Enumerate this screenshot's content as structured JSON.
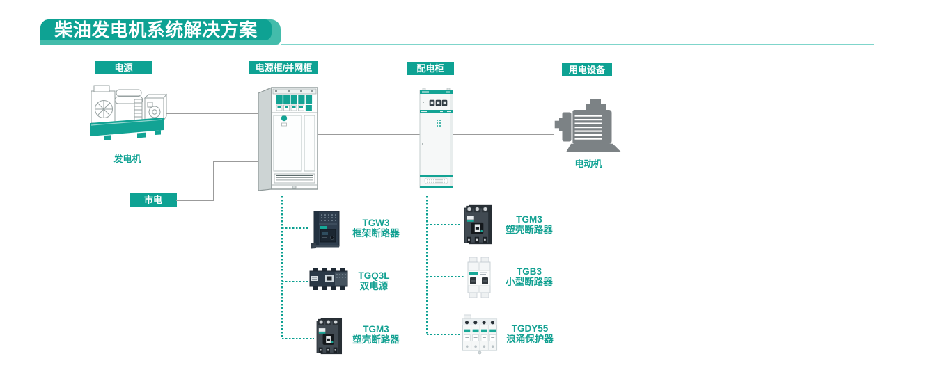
{
  "title": "柴油发电机系统解决方案",
  "colors": {
    "teal": "#0ea293",
    "teal_light": "#43bcab",
    "underline": "#7fd5cb",
    "connector_gray": "#9b9b9b",
    "dashed_teal": "#0ca091",
    "motor_gray": "#7c8285"
  },
  "nodes": {
    "power_source_label": "电源",
    "generator_caption": "发电机",
    "mains_label": "市电",
    "power_cabinet_label": "电源柜/并网柜",
    "distribution_cabinet_label": "配电柜",
    "load_label": "用电设备",
    "motor_caption": "电动机"
  },
  "products_left": [
    {
      "model": "TGW3",
      "name": "框架断路器"
    },
    {
      "model": "TGQ3L",
      "name": "双电源"
    },
    {
      "model": "TGM3",
      "name": "塑壳断路器"
    }
  ],
  "products_right": [
    {
      "model": "TGM3",
      "name": "塑壳断路器"
    },
    {
      "model": "TGB3",
      "name": "小型断路器"
    },
    {
      "model": "TGDY55",
      "name": "浪涌保护器"
    }
  ]
}
